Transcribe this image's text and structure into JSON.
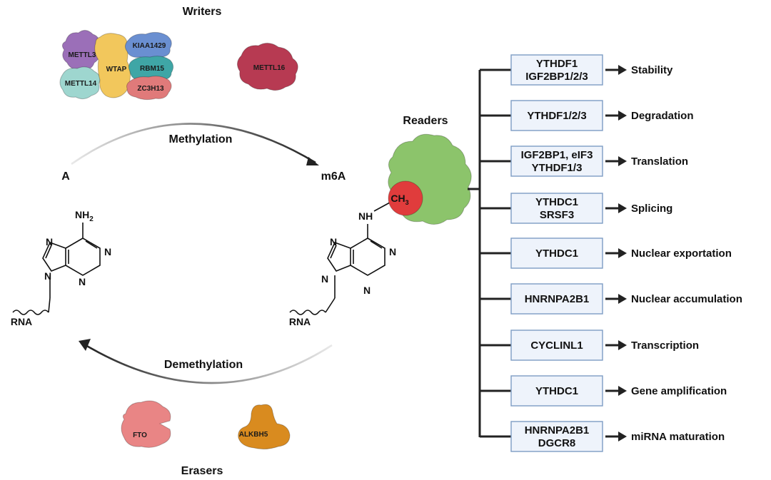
{
  "labels": {
    "writers": "Writers",
    "erasers": "Erasers",
    "readers": "Readers",
    "methylation": "Methylation",
    "demethylation": "Demethylation",
    "a": "A",
    "m6a": "m6A",
    "ch3": "CH",
    "ch3_sub": "3",
    "nh2": "NH",
    "nh2_sub": "2",
    "nh": "NH",
    "rna_left": "RNA",
    "rna_right": "RNA",
    "atom_n": "N"
  },
  "writers": [
    {
      "name": "METTL3",
      "color": "#9b6fb8"
    },
    {
      "name": "WTAP",
      "color": "#f2c75c"
    },
    {
      "name": "KIAA1429",
      "color": "#6a8fd1"
    },
    {
      "name": "RBM15",
      "color": "#3fa6a6"
    },
    {
      "name": "METTL14",
      "color": "#9ed6cf"
    },
    {
      "name": "ZC3H13",
      "color": "#e07a7a"
    },
    {
      "name": "METTL16",
      "color": "#b73a52"
    }
  ],
  "erasers": [
    {
      "name": "FTO",
      "color": "#e98585"
    },
    {
      "name": "ALKBH5",
      "color": "#d98b1f"
    }
  ],
  "reader_color": "#8cc46b",
  "ch3_color": "#e03c3c",
  "box_fill": "#eef3fb",
  "box_stroke": "#7d9cc4",
  "readers": [
    {
      "proteins": [
        "YTHDF1",
        "IGF2BP1/2/3"
      ],
      "function": "Stability"
    },
    {
      "proteins": [
        "YTHDF1/2/3"
      ],
      "function": "Degradation"
    },
    {
      "proteins": [
        "IGF2BP1, eIF3",
        "YTHDF1/3"
      ],
      "function": "Translation"
    },
    {
      "proteins": [
        "YTHDC1",
        "SRSF3"
      ],
      "function": "Splicing"
    },
    {
      "proteins": [
        "YTHDC1"
      ],
      "function": "Nuclear exportation"
    },
    {
      "proteins": [
        "HNRNPA2B1"
      ],
      "function": "Nuclear accumulation"
    },
    {
      "proteins": [
        "CYCLINL1"
      ],
      "function": "Transcription"
    },
    {
      "proteins": [
        "YTHDC1"
      ],
      "function": "Gene amplification"
    },
    {
      "proteins": [
        "HNRNPA2B1",
        "DGCR8"
      ],
      "function": "miRNA maturation"
    }
  ]
}
